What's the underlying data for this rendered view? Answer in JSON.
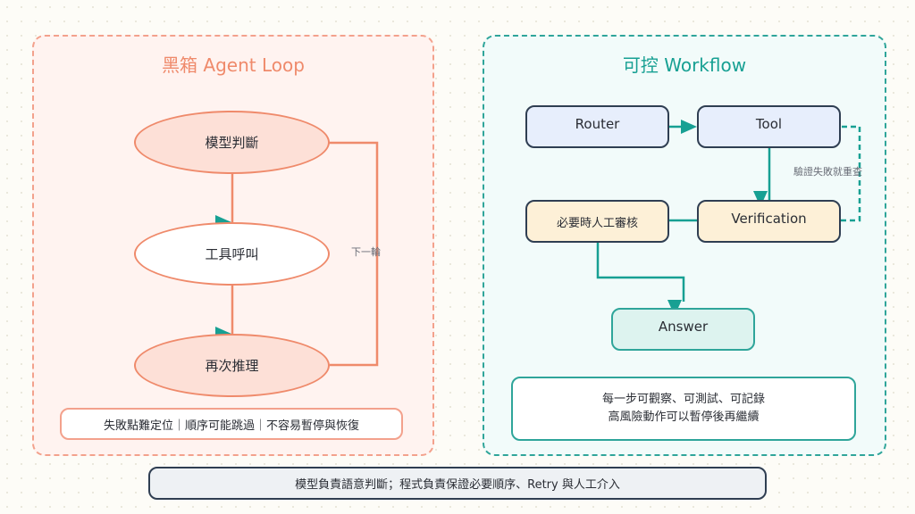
{
  "left_panel": {
    "title": "黑箱 Agent Loop",
    "nodes": {
      "model_judgment": "模型判斷",
      "tool_call": "工具呼叫",
      "re_reasoning": "再次推理"
    },
    "loop_label": "下一輪",
    "note": "失敗點難定位｜順序可能跳過｜不容易暫停與恢復"
  },
  "right_panel": {
    "title": "可控 Workflow",
    "nodes": {
      "router": "Router",
      "tool": "Tool",
      "verification": "Verification",
      "human_review": "必要時人工審核",
      "answer": "Answer"
    },
    "retry_label": "驗證失敗就重查",
    "note_lines": [
      "每一步可觀察、可測試、可記錄",
      "高風險動作可以暫停後再繼續"
    ]
  },
  "footer": "模型負責語意判斷；程式負責保證必要順序、Retry 與人工介入",
  "colors": {
    "coral": "#ef8a6b",
    "teal": "#17a093",
    "navy": "#2f3e52"
  }
}
